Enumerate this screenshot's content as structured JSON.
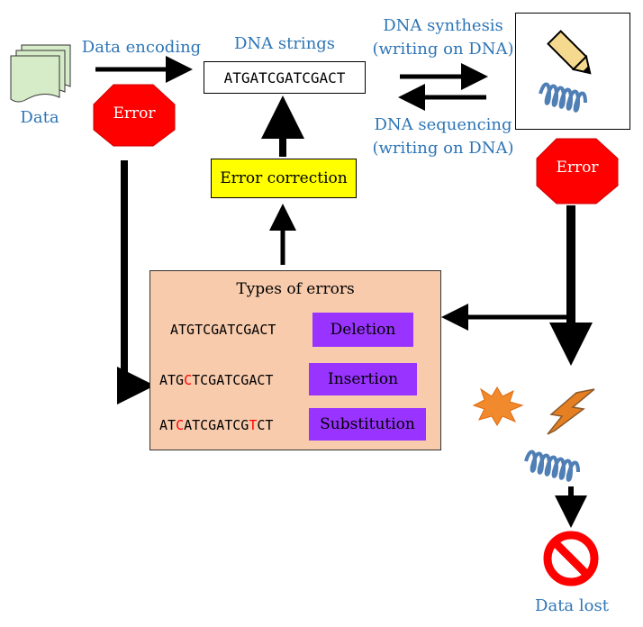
{
  "labels": {
    "data": "Data",
    "data_encoding": "Data encoding",
    "dna_strings": "DNA strings",
    "dna_synthesis_line1": "DNA synthesis",
    "dna_synthesis_line2": "(writing on DNA)",
    "dna_sequencing_line1": "DNA sequencing",
    "dna_sequencing_line2": "(writing on DNA)",
    "data_lost": "Data lost"
  },
  "dna_string": "ATGATCGATCGACT",
  "error_label": "Error",
  "error_correction": "Error correction",
  "types_of_errors": {
    "title": "Types of errors",
    "rows": [
      {
        "segments": [
          {
            "text": "ATGTCGATCGACT",
            "highlight": false
          }
        ],
        "type": "Deletion"
      },
      {
        "segments": [
          {
            "text": "ATG",
            "highlight": false
          },
          {
            "text": "C",
            "highlight": true
          },
          {
            "text": "TCGATCGACT",
            "highlight": false
          }
        ],
        "type": "Insertion"
      },
      {
        "segments": [
          {
            "text": "AT",
            "highlight": false
          },
          {
            "text": "C",
            "highlight": true
          },
          {
            "text": "ATCGATCG",
            "highlight": false
          },
          {
            "text": "T",
            "highlight": true
          },
          {
            "text": "CT",
            "highlight": false
          }
        ],
        "type": "Substitution"
      }
    ]
  },
  "colors": {
    "label_blue": "#2e75b6",
    "stop_red": "#ff0000",
    "highlight_yellow": "#ffff00",
    "types_bg": "#f8cbad",
    "tag_purple": "#9933ff",
    "error_base_red": "#ff0000",
    "helix_blue": "#4f7fb5",
    "burst_orange": "#f08a2c",
    "lightning_orange": "#e67e22",
    "document_green": "#d6ebc8"
  },
  "icons": [
    "document-stack-icon",
    "pencil-icon",
    "dna-helix-icon",
    "explosion-icon",
    "lightning-icon",
    "stop-sign-icon",
    "no-entry-icon"
  ]
}
